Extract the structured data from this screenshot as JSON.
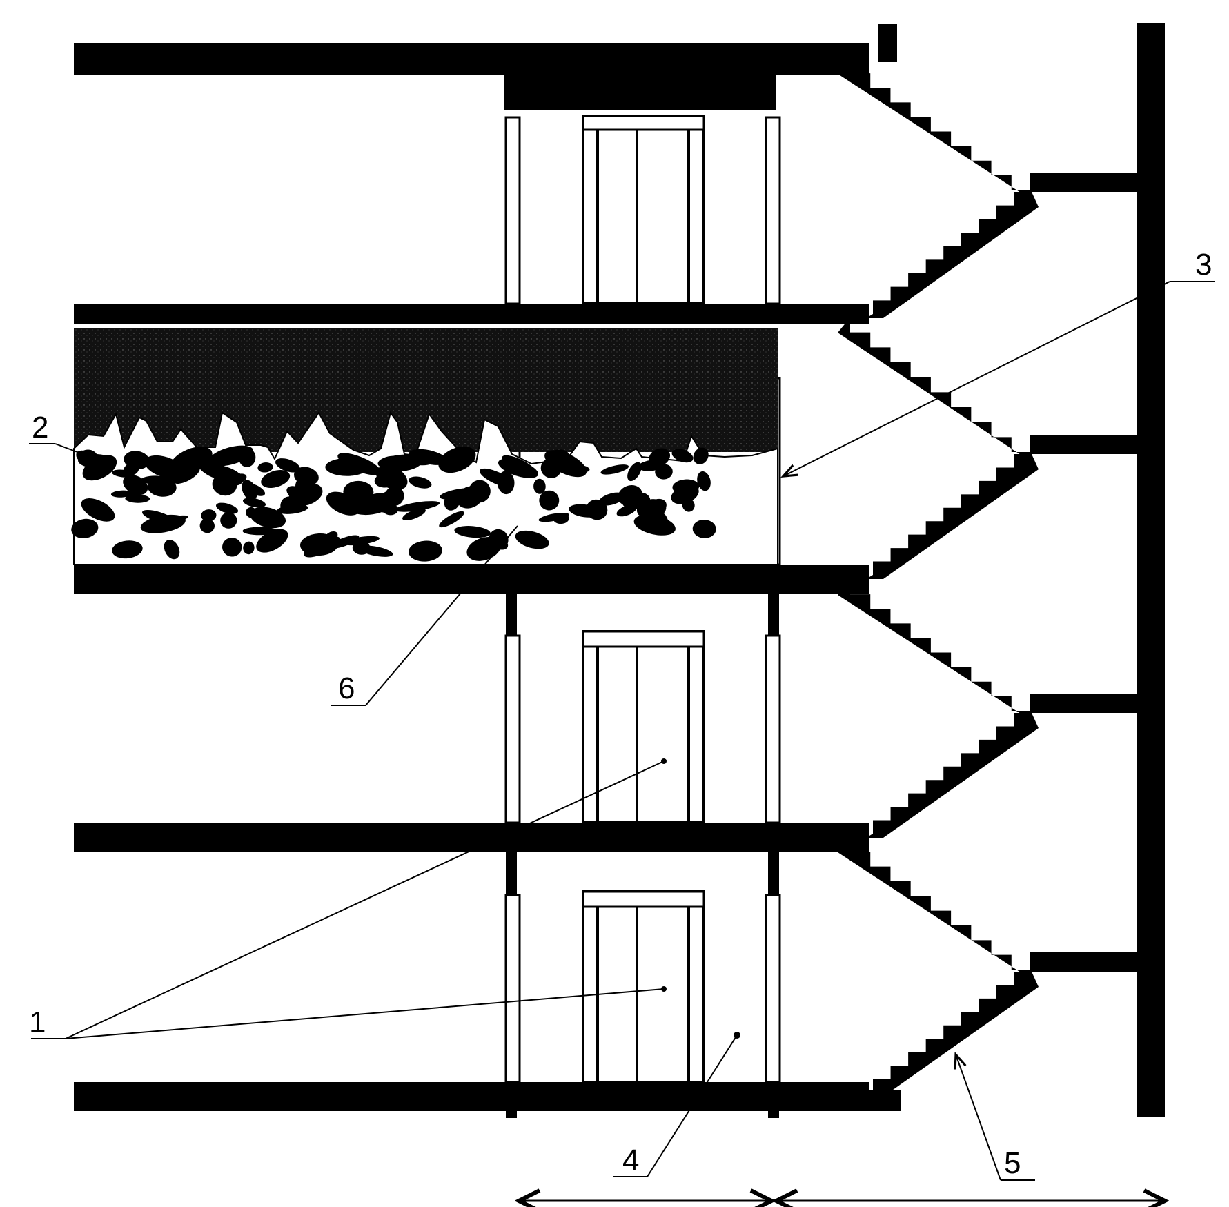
{
  "callouts": [
    {
      "id": "1",
      "label": "1"
    },
    {
      "id": "2",
      "label": "2"
    },
    {
      "id": "3",
      "label": "3"
    },
    {
      "id": "4",
      "label": "4"
    },
    {
      "id": "5",
      "label": "5"
    },
    {
      "id": "6",
      "label": "6"
    }
  ],
  "colors": {
    "ink": "#000000",
    "paper": "#ffffff",
    "smoke": "#1a1a1a"
  }
}
